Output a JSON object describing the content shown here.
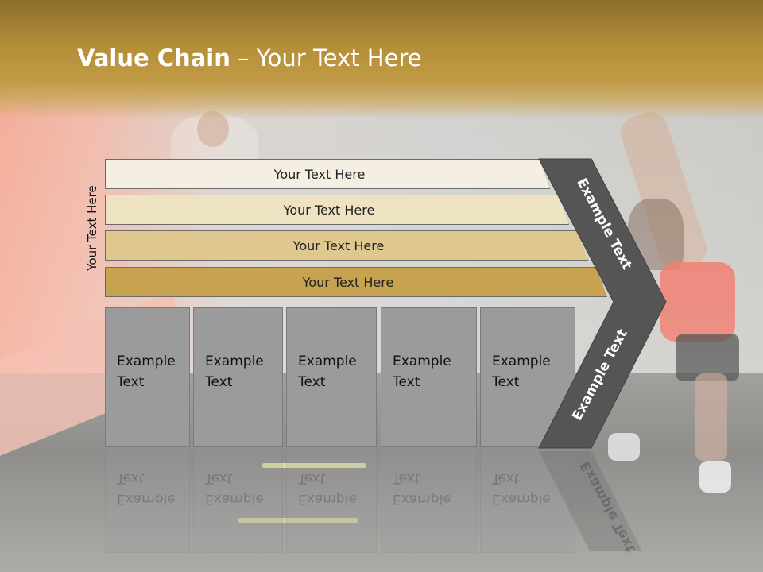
{
  "slide": {
    "title_bold": "Value Chain",
    "title_rest": " – Your Text Here",
    "side_label": "Your Text Here"
  },
  "bands": [
    {
      "label": "Your Text Here"
    },
    {
      "label": "Your Text Here"
    },
    {
      "label": "Your Text Here"
    },
    {
      "label": "Your Text Here"
    }
  ],
  "boxes": [
    {
      "label": "Example\nText"
    },
    {
      "label": "Example\nText"
    },
    {
      "label": "Example\nText"
    },
    {
      "label": "Example\nText"
    },
    {
      "label": "Example\nText"
    }
  ],
  "chevron": {
    "top_label": "Example Text",
    "bottom_label": "Example Text"
  },
  "colors": {
    "title_bar": "#b48f38",
    "band_1": "#f4efe2",
    "band_2": "#ede2c2",
    "band_3": "#dfc88f",
    "band_4": "#c7a24f",
    "box_fill": "#9b9b9c",
    "chevron_fill": "#555555"
  }
}
